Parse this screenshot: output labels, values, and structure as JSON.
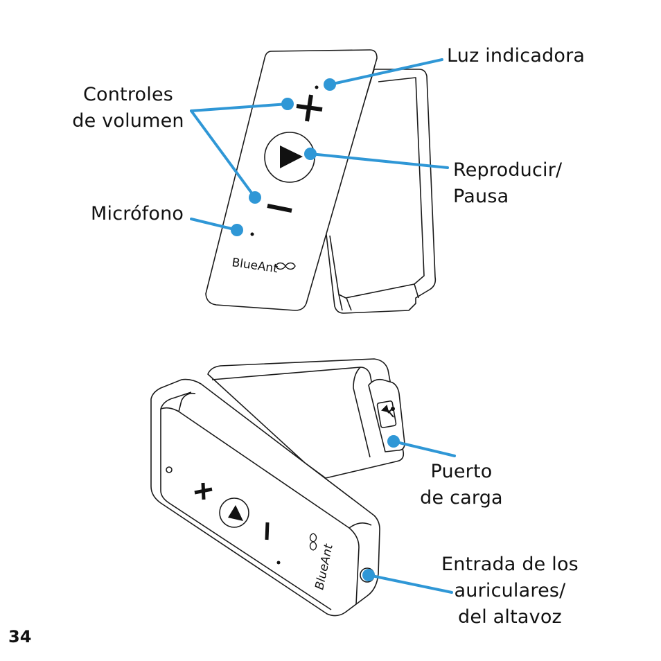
{
  "labels": {
    "indicator_light": "Luz indicadora",
    "volume_controls": [
      "Controles",
      "de volumen"
    ],
    "play_pause": [
      "Reproducir/",
      "Pausa"
    ],
    "microphone": "Micrófono",
    "charging_port": [
      "Puerto",
      "de carga"
    ],
    "headphone_input": [
      "Entrada de los",
      "auriculares/",
      "del altavoz"
    ]
  },
  "device": {
    "brand": "BlueAnt"
  },
  "page_number": "34",
  "colors": {
    "callout": "#2f97d6",
    "outline": "#1a1a1a"
  },
  "icons": [
    "plus-icon",
    "minus-icon",
    "play-icon",
    "usb-icon",
    "infinity-logo-icon"
  ]
}
